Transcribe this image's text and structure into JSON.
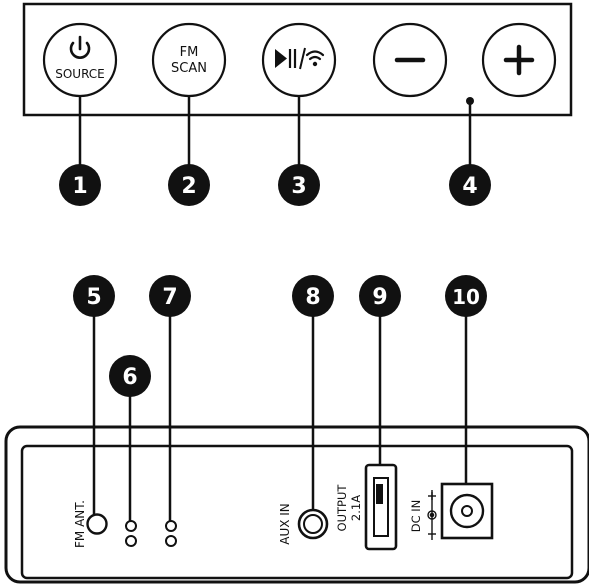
{
  "top_panel": {
    "source_label": "SOURCE",
    "fm_line1": "FM",
    "fm_line2": "SCAN"
  },
  "badges": [
    "1",
    "2",
    "3",
    "4",
    "5",
    "6",
    "7",
    "8",
    "9",
    "10"
  ],
  "back_panel": {
    "fm_ant_label": "FM ANT.",
    "aux_in_label": "AUX IN",
    "output_line1": "OUTPUT",
    "output_line2": "2.1A",
    "dc_in_label": "DC IN"
  },
  "icons": {
    "power": "power-icon",
    "play_wifi": "play-pause-wifi-icon",
    "minus": "minus-icon",
    "plus": "plus-icon",
    "dc_polarity": "dc-polarity-icon"
  }
}
